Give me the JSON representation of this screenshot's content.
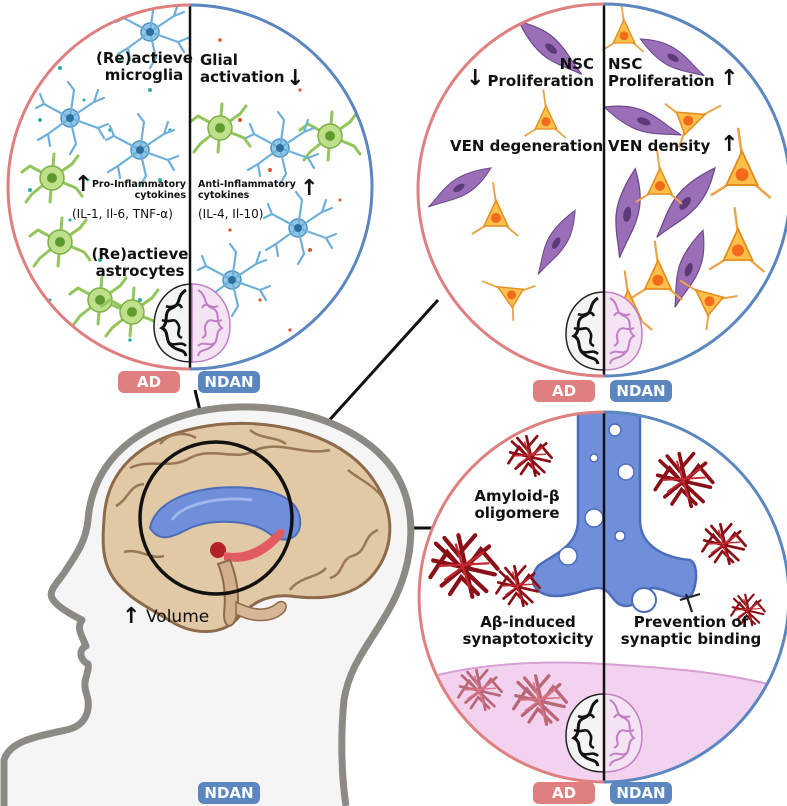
{
  "panel_top_left": {
    "reactive_microglia": "(Re)actieve microglia",
    "glial_activation": "Glial activation",
    "pro_inflammatory_title": "Pro-Inflammatory cytokines",
    "pro_inflammatory_list": "(IL-1, Il-6, TNF-α)",
    "anti_inflammatory_title": "Anti-Inflammatory cytokines",
    "anti_inflammatory_list": "(IL-4, Il-10)",
    "reactive_astrocytes": "(Re)actieve astrocytes",
    "badge_left": "AD",
    "badge_right": "NDAN"
  },
  "panel_top_right": {
    "nsc_left": "NSC Proliferation",
    "nsc_right": "NSC Proliferation",
    "ven_left": "VEN degeneration",
    "ven_right": "VEN density",
    "badge_left": "AD",
    "badge_right": "NDAN"
  },
  "panel_bottom_right": {
    "amyloid": "Amyloid-β oligomere",
    "synaptotoxicity": "Aβ-induced synaptotoxicity",
    "prevention": "Prevention of synaptic binding",
    "badge_left": "AD",
    "badge_right": "NDAN"
  },
  "head": {
    "volume": "Volume",
    "badge": "NDAN"
  },
  "colors": {
    "ad": "#df7f7f",
    "ndan": "#5b86bf",
    "microglia": "#8fc7e8",
    "astrocyte": "#a9d46d",
    "ven_purple": "#9b6fb8",
    "ven_orange": "#f2a12b",
    "amyloid": "#a8141c",
    "hippocampus": "#7f9fe0"
  }
}
